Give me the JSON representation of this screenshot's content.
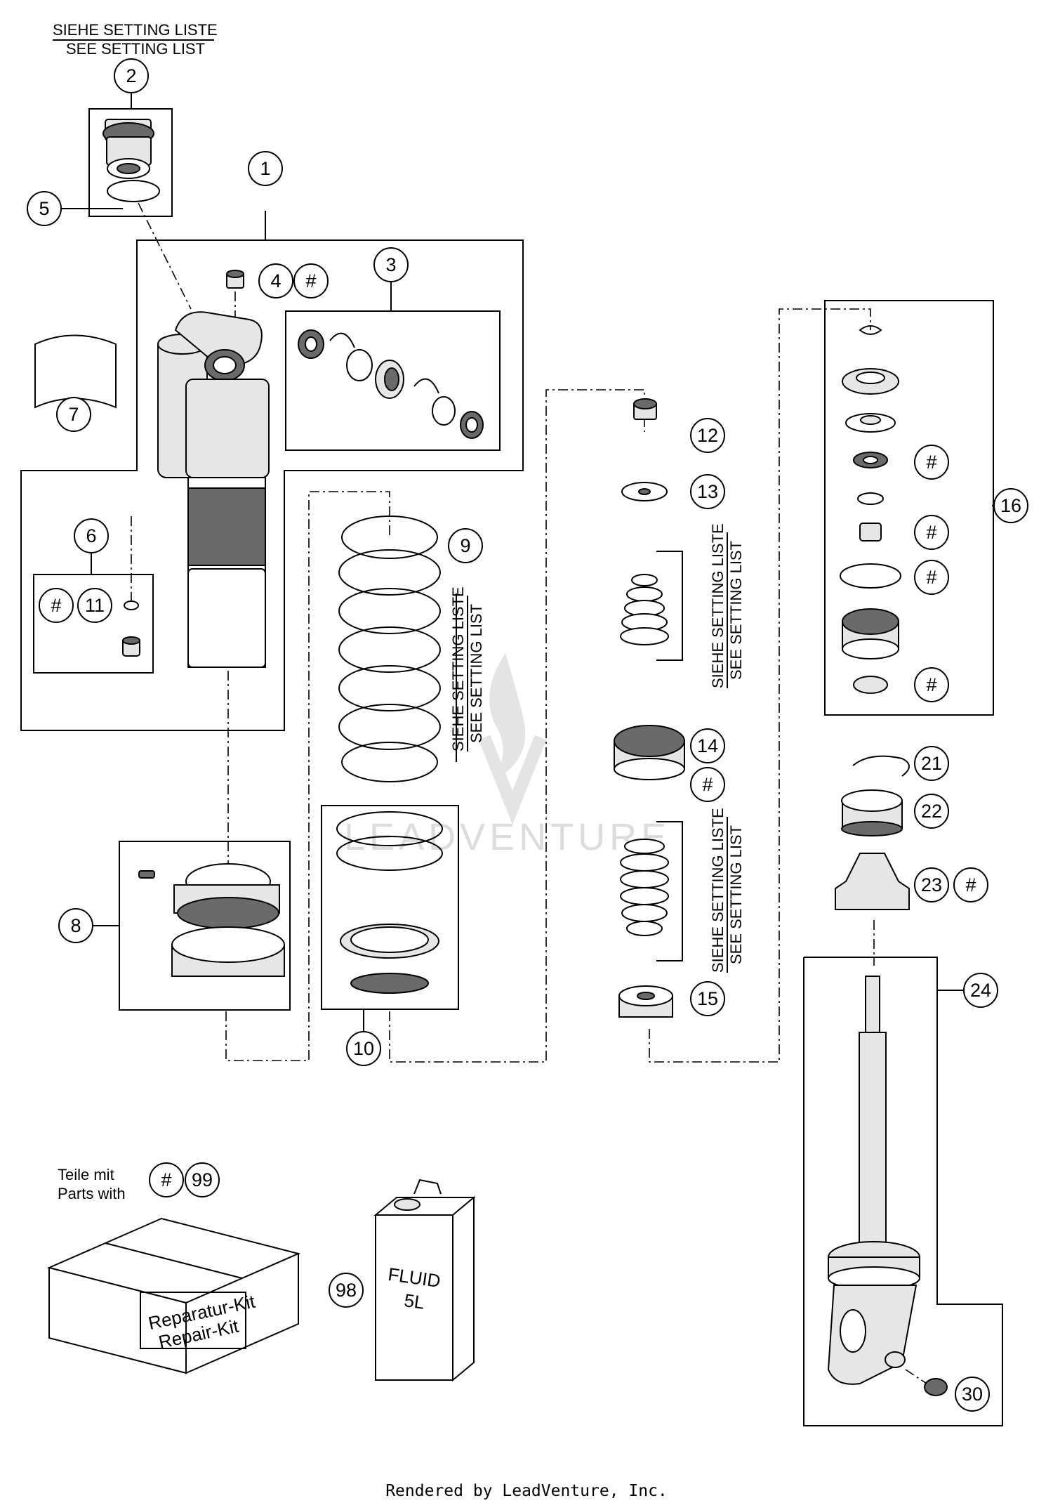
{
  "setting_note": {
    "de": "SIEHE SETTING LISTE",
    "en": "SEE SETTING LIST"
  },
  "kit_note": {
    "de": "Teile mit",
    "en": "Parts with"
  },
  "kit_box": {
    "line1": "Reparatur-Kit",
    "line2": "Repair-Kit"
  },
  "fluid_can": {
    "line1": "FLUID",
    "line2": "5L"
  },
  "watermark": "LEADVENTURE",
  "footer": "Rendered by LeadVenture, Inc.",
  "callouts": [
    {
      "id": "1",
      "label": "1"
    },
    {
      "id": "2",
      "label": "2"
    },
    {
      "id": "3",
      "label": "3"
    },
    {
      "id": "4",
      "label": "4"
    },
    {
      "id": "5",
      "label": "5"
    },
    {
      "id": "6",
      "label": "6"
    },
    {
      "id": "7",
      "label": "7"
    },
    {
      "id": "8",
      "label": "8"
    },
    {
      "id": "9",
      "label": "9"
    },
    {
      "id": "10",
      "label": "10"
    },
    {
      "id": "11",
      "label": "11"
    },
    {
      "id": "12",
      "label": "12"
    },
    {
      "id": "13",
      "label": "13"
    },
    {
      "id": "14",
      "label": "14"
    },
    {
      "id": "15",
      "label": "15"
    },
    {
      "id": "16",
      "label": "16"
    },
    {
      "id": "21",
      "label": "21"
    },
    {
      "id": "22",
      "label": "22"
    },
    {
      "id": "23",
      "label": "23"
    },
    {
      "id": "24",
      "label": "24"
    },
    {
      "id": "30",
      "label": "30"
    },
    {
      "id": "98",
      "label": "98"
    },
    {
      "id": "99",
      "label": "99"
    },
    {
      "id": "hash",
      "label": "#"
    }
  ]
}
